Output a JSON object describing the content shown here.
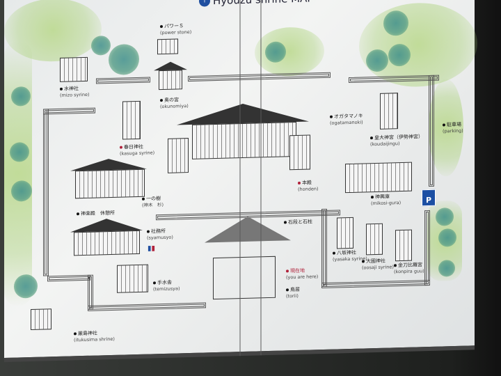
{
  "title": "Hyouzu shrine MAP",
  "title_icon": "info-icon",
  "parking_sign": {
    "label": "P",
    "icon": "parking-arrow-icon",
    "color": "#1c4fa3"
  },
  "labels": {
    "power_stone": {
      "jp": "パワーＳ",
      "en": "(power stone)"
    },
    "mizo": {
      "jp": "水神社",
      "en": "(mizo syrine)"
    },
    "okunomiya": {
      "jp": "奥の宮",
      "en": "(okunomiya)"
    },
    "kasuga": {
      "jp": "春日神社",
      "en": "(kasuga syrine)"
    },
    "kaguraden": {
      "jp": "神楽殿　休憩所"
    },
    "ichinoki": {
      "jp": "一の樹",
      "en": "(神木　杉)"
    },
    "syamusyo": {
      "jp": "社務所",
      "en": "(syamusyo)"
    },
    "temizusya": {
      "jp": "手水舎",
      "en": "(temizusya)"
    },
    "itukusima": {
      "jp": "厳島神社",
      "en": "(itukusima shrine)"
    },
    "ogatamanoki": {
      "jp": "オガタマノキ",
      "en": "(ogatamanoki)"
    },
    "koudaijingu": {
      "jp": "皇大神宮（伊勢神宮）",
      "en": "(koudaijingu)"
    },
    "honden": {
      "jp": "本殿",
      "en": "(honden)"
    },
    "mikosigura": {
      "jp": "神輿庫",
      "en": "(mikosi-gura)"
    },
    "parking": {
      "jp": "駐車場",
      "en": "(parking)"
    },
    "ishidan": {
      "jp": "石段と石柱"
    },
    "yasaka": {
      "jp": "八坂神社",
      "en": "(yasaka syrine)"
    },
    "oosaji": {
      "jp": "大國神社",
      "en": "(oosaji syrine)"
    },
    "konpira": {
      "jp": "金刀比羅宮",
      "en": "(konpira guu)"
    },
    "here": {
      "jp": "現在地",
      "en": "(you are here)"
    },
    "torii": {
      "jp": "鳥居",
      "en": "(torii)"
    }
  },
  "restroom_icon": "restroom-icon",
  "colors": {
    "here_marker": "#b0213a",
    "foliage": "#3f8f8a",
    "wall": "#555555"
  }
}
